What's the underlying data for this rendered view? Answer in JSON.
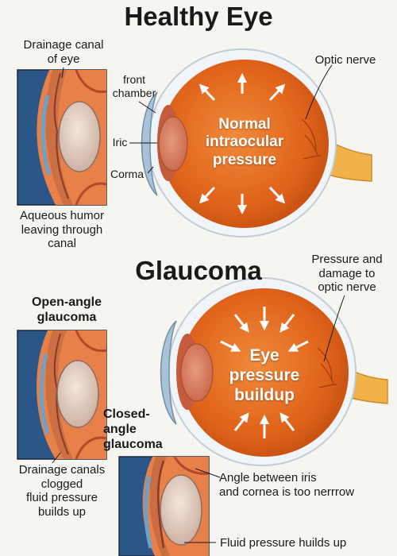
{
  "healthy": {
    "title": "Healthy Eye",
    "drainage_label_1": "Drainage canal",
    "drainage_label_2": "of eye",
    "front_chamber_1": "front",
    "front_chamber_2": "chamber",
    "iris_label": "Iric",
    "cornea_label": "Corma",
    "optic_nerve_label": "Optic nerve",
    "center_1": "Normal",
    "center_2": "intraocular",
    "center_3": "pressure",
    "aqueous_1": "Aqueous humor",
    "aqueous_2": "leaving through",
    "aqueous_3": "canal"
  },
  "glaucoma": {
    "title": "Glaucoma",
    "open_angle_1": "Open-angle",
    "open_angle_2": "glaucoma",
    "pressure_damage_1": "Pressure and",
    "pressure_damage_2": "damage to",
    "pressure_damage_3": "optic nerve",
    "center_1": "Eye",
    "center_2": "pressure",
    "center_3": "buildup",
    "closed_angle_1": "Closed-",
    "closed_angle_2": "angle",
    "closed_angle_3": "glaucoma",
    "clogged_1": "Drainage canals",
    "clogged_2": "clogged",
    "clogged_3": "fluid pressure",
    "clogged_4": "builds up",
    "angle_1": "Angle between iris",
    "angle_2": "and cornea is too nerrrow",
    "fluid_buildup": "Fluid pressure huilds up"
  },
  "colors": {
    "background": "#f7f5ef",
    "eyeball_orange": "#e2661c",
    "optic_nerve": "#f1b24a",
    "cornea_blue": "#a8c3d8",
    "inset_blue": "#2c5688"
  }
}
